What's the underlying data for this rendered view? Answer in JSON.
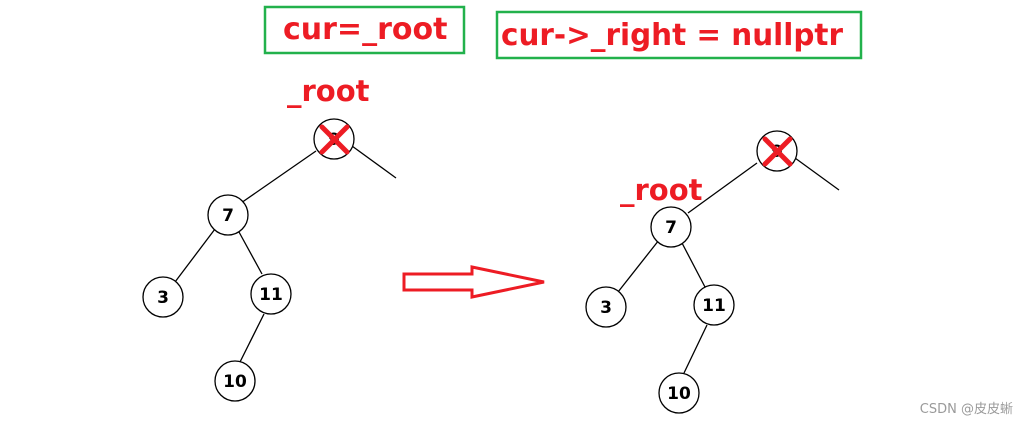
{
  "captions": {
    "left": "cur=_root",
    "right": "cur->_right = nullptr"
  },
  "root_label": "_root",
  "before_tree": {
    "nodes": [
      "7",
      "3",
      "11",
      "10"
    ],
    "crossed_node": "9"
  },
  "after_tree": {
    "nodes": [
      "7",
      "3",
      "11",
      "10"
    ],
    "crossed_node": "9"
  },
  "watermark": "CSDN @皮皮蜥",
  "colors": {
    "caption_border": "#22b14c",
    "red": "#ed1c24",
    "line": "#000000",
    "watermark": "#9a9a9a"
  }
}
